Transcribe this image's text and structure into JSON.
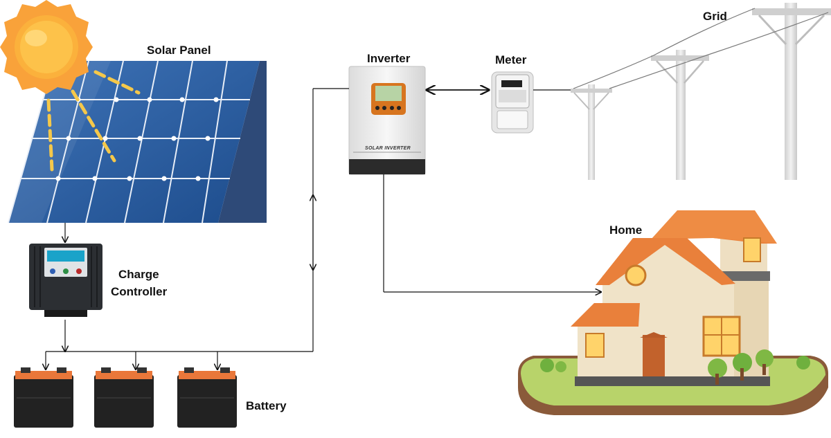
{
  "labels": {
    "solar_panel": "Solar Panel",
    "inverter": "Inverter",
    "meter": "Meter",
    "grid": "Grid",
    "home": "Home",
    "charge_controller_line1": "Charge",
    "charge_controller_line2": "Controller",
    "battery": "Battery"
  },
  "device_text": {
    "inverter_plate": "SOLAR INVERTER"
  },
  "colors": {
    "sun": "#fbb13c",
    "sun_outer": "#f9a23a",
    "panel_blue": "#1f4e8f",
    "panel_dark": "#2a4470",
    "beam": "#f5c84a",
    "roof": "#e9803b",
    "wall": "#f0e3c8",
    "window_glow": "#ffd36a",
    "pole": "#e4e4e4",
    "battery_body": "#222222",
    "battery_top": "#e9773a",
    "connector": "#111111"
  },
  "icons": [
    "sun-icon",
    "solar-panel-icon",
    "charge-controller-icon",
    "battery-icon",
    "inverter-icon",
    "meter-icon",
    "utility-pole-icon",
    "house-icon"
  ]
}
